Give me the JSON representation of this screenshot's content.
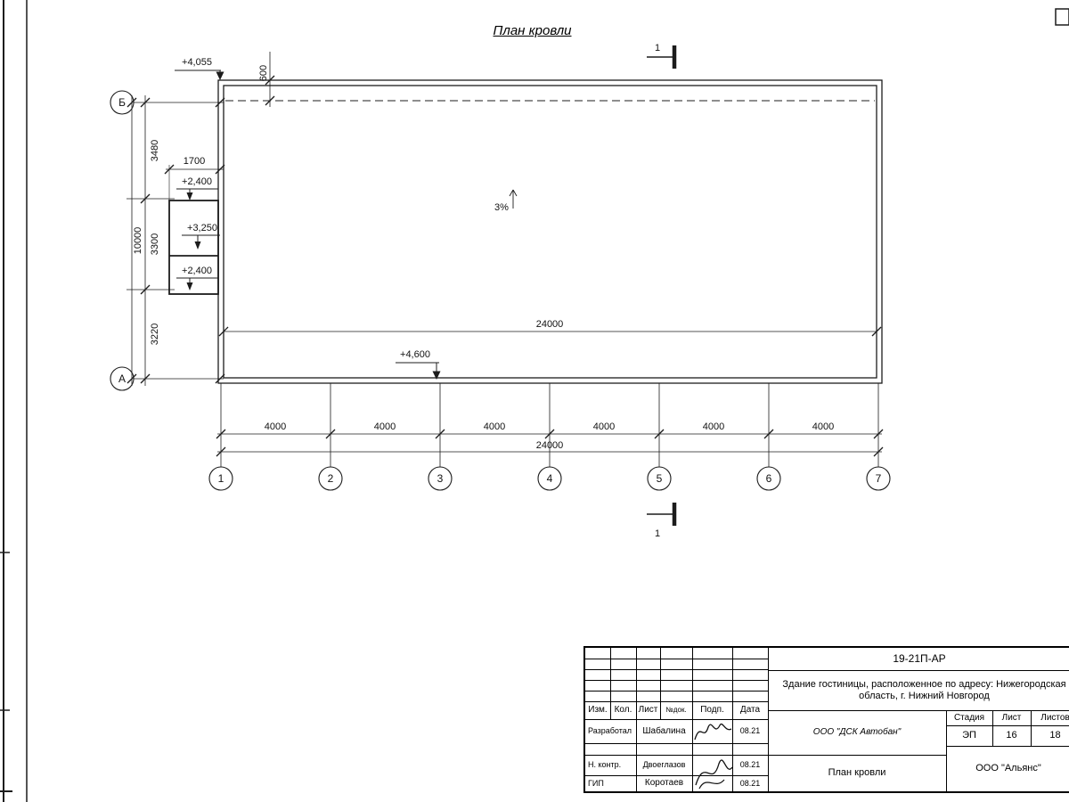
{
  "drawing": {
    "title": "План кровли",
    "slope": "3%",
    "section_label": "1",
    "elevations": {
      "roof_top": "+4,055",
      "canopy_top": "+2,400",
      "canopy_mid": "+3,250",
      "canopy_bottom": "+2,400",
      "roof_bottom": "+4,600"
    },
    "dimensions": {
      "parapet_offset": "600",
      "canopy_width": "1700",
      "left_segments": [
        "3480",
        "3300",
        "3220"
      ],
      "left_total": "10000",
      "roof_width": "24000",
      "bottom_spans": [
        "4000",
        "4000",
        "4000",
        "4000",
        "4000",
        "4000"
      ],
      "bottom_total": "24000"
    },
    "axes": {
      "rows": [
        "Б",
        "А"
      ],
      "cols": [
        "1",
        "2",
        "3",
        "4",
        "5",
        "6",
        "7"
      ]
    }
  },
  "titleblock": {
    "doc_number": "19-21П-АР",
    "project_name": "Здание гостиницы, расположенное по адресу: Нижегородская область, г. Нижний Новгород",
    "columns": [
      "Изм.",
      "Кол.",
      "Лист",
      "№док.",
      "Подп.",
      "Дата"
    ],
    "rows": [
      {
        "role": "Разработал",
        "name": "Шабалина",
        "date": "08.21"
      },
      {
        "role": "Н. контр.",
        "name": "Двоеглазов",
        "date": "08.21"
      },
      {
        "role": "ГИП",
        "name": "Коротаев",
        "date": "08.21"
      }
    ],
    "contractor": "ООО \"ДСК Автобан\"",
    "sheet_name": "План кровли",
    "stage_label": "Стадия",
    "sheet_label": "Лист",
    "sheets_label": "Листов",
    "stage": "ЭП",
    "sheet_number": "16",
    "sheets_total": "18",
    "client": "ООО \"Альянс\""
  }
}
